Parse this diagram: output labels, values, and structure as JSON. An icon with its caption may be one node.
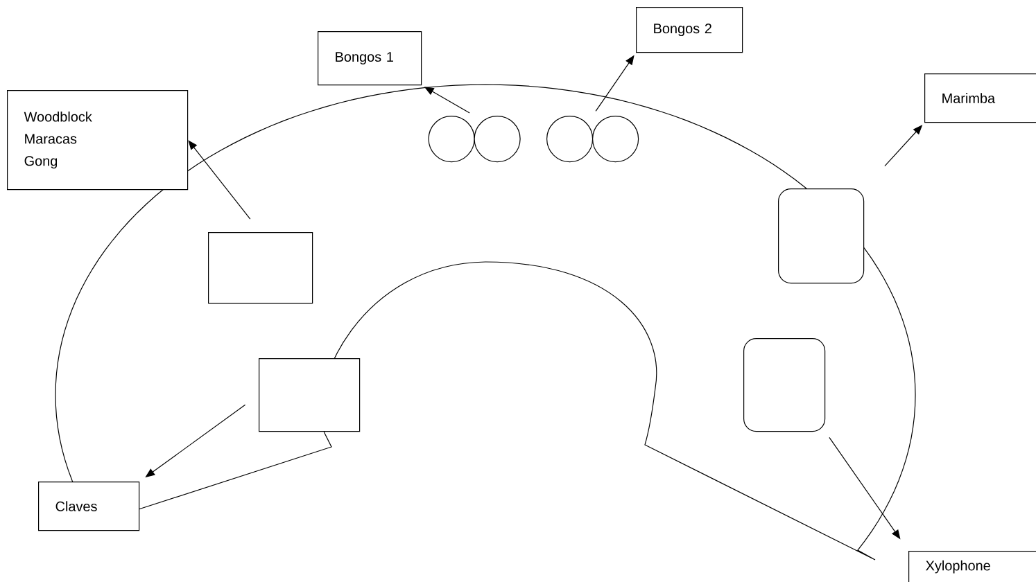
{
  "diagram": {
    "nodes": [
      {
        "text": [
          "Bongos 1"
        ]
      },
      {
        "text": [
          "Bongos 2"
        ]
      },
      {
        "text": [
          "Marimba"
        ]
      },
      {
        "text": [
          "Woodblock",
          "Maracas",
          "Gong"
        ]
      },
      {
        "text": [],
        "shape": "circle"
      },
      {
        "text": [],
        "shape": "circle"
      },
      {
        "text": [],
        "shape": "box"
      },
      {
        "text": [],
        "shape": "box"
      },
      {
        "text": [],
        "shape": "box"
      },
      {
        "text": [],
        "shape": "box"
      },
      {
        "text": [
          "Claves"
        ]
      },
      {
        "text": [
          "Xylophone"
        ]
      }
    ],
    "edges": [
      {
        "from": 4,
        "to": 0,
        "arrow": "to"
      },
      {
        "from": 5,
        "to": 1,
        "arrow": "to"
      },
      {
        "from": 6,
        "to": 2,
        "arrow": "to"
      },
      {
        "from": 7,
        "to": 3,
        "arrow": "to"
      },
      {
        "from": 8,
        "to": 10,
        "arrow": "to"
      },
      {
        "from": 9,
        "to": 11,
        "arrow": "to"
      }
    ]
  }
}
